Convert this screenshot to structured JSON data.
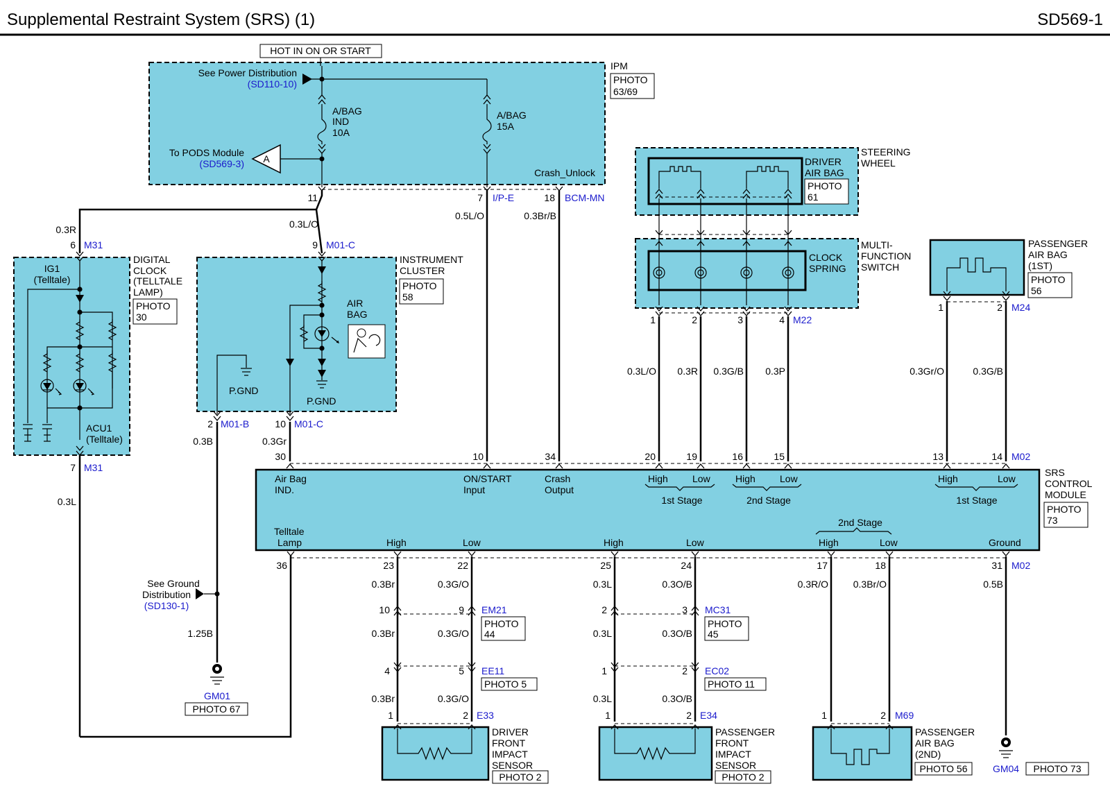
{
  "header": {
    "title": "Supplemental Restraint System (SRS) (1)",
    "page_code": "SD569-1"
  },
  "power": {
    "hot_label": "HOT IN ON OR START",
    "see_power": "See Power Distribution",
    "see_power_ref": "(SD110-10)",
    "pods_label": "To PODS Module",
    "pods_ref": "(SD569-3)"
  },
  "ipm": {
    "name": "IPM",
    "photo": [
      "PHOTO",
      "63/69"
    ],
    "fuse1": [
      "A/BAG",
      "IND",
      "10A"
    ],
    "fuse2": [
      "A/BAG",
      "15A"
    ],
    "crash_unlock": "Crash_Unlock"
  },
  "ground": {
    "see_ground": [
      "See Ground",
      "Distribution"
    ],
    "ground_ref": "(SD130-1)",
    "gm01": "GM01",
    "gm01_photo": "PHOTO 67",
    "gm04": "GM04",
    "gm04_photo": "PHOTO 73"
  },
  "srs": {
    "name": [
      "SRS",
      "CONTROL",
      "MODULE"
    ],
    "photo": [
      "PHOTO",
      "73"
    ]
  }
}
